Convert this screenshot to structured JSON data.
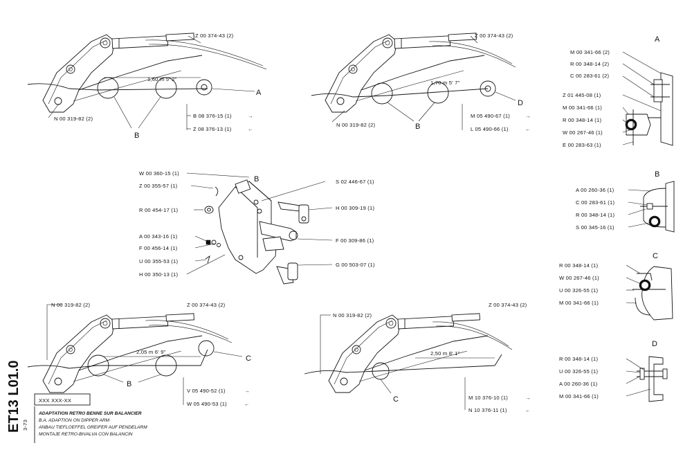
{
  "sheet": {
    "code_vertical": "ET13 L01.0",
    "part_number": "XXX XXX-XX",
    "date_code": "3-73",
    "titles": [
      "ADAPTATION RETRO BENNE SUR BALANCIER",
      "B.A. ADAPTION ON DIPPER ARM",
      "ANBAU TIEFLOEFFEL GREIFER AUF PENDELARM",
      "MONTAJE RETRO-BIVALVA CON BALANCIN"
    ]
  },
  "diagram1": {
    "cable_top": "Z 00 374-43 (2)",
    "hose_left": "N 00 319-82 (2)",
    "dimension": "1,60 m   5' 2\"",
    "pulley_letter": "A",
    "bracket_letter": "B",
    "parts": [
      "B 08 376-15 (1)",
      "Z 08 376-13 (1)"
    ]
  },
  "diagram2": {
    "cable_top": "Z 00 374-43 (2)",
    "hose_left": "N 00 319-82 (2)",
    "dimension": "1,70 m   5' 7\"",
    "pulley_letter": "D",
    "bracket_letter": "B",
    "parts": [
      "M 05 490-67 (1)",
      "L 05 490-66 (1)"
    ]
  },
  "diagram3": {
    "cable_top": "Z 00 374-43 (2)",
    "hose_left": "N 00 319-82 (2)",
    "dimension": "2,05 m   6' 9\"",
    "pulley_letter": "C",
    "bracket_letter": "B",
    "parts": [
      "V 05 490-52 (1)",
      "W 05 490-53 (1)"
    ]
  },
  "diagram4": {
    "cable_top": "Z 00 374-43 (2)",
    "hose_left": "N 00 319-82 (2)",
    "dimension": "2,50 m   8' 1\"",
    "pulley_letter": "C",
    "parts": [
      "M 10 376-10 (1)",
      "N 10 376-11 (1)"
    ]
  },
  "center_assembly": {
    "letter": "B",
    "left_parts": [
      "W 00 360-15 (1)",
      "Z 00 355-57 (1)",
      "R 00 454-17 (1)",
      "A 00 343-16 (1)",
      "F 00 456-14 (1)",
      "U 00 355-53 (1)",
      "H 00 350-13 (1)"
    ],
    "right_parts": [
      "S 02 446-67 (1)",
      "H 00 309-19 (1)",
      "F 00 309-86 (1)",
      "G 00 503-07 (1)"
    ]
  },
  "details": {
    "A": {
      "letter": "A",
      "parts": [
        "M 00 341-66 (2)",
        "R 00 348-14 (2)",
        "C 00 283-61 (2)",
        "Z 01 445-08 (1)",
        "M 00 341-66 (1)",
        "R 00 348-14 (1)",
        "W 00 267-46 (1)",
        "E 00 283-63 (1)"
      ]
    },
    "B": {
      "letter": "B",
      "parts": [
        "A 00 260-36 (1)",
        "C 00 283-61 (1)",
        "R 00 348-14 (1)",
        "S 00 345-16 (1)"
      ]
    },
    "C": {
      "letter": "C",
      "parts": [
        "R 00 348-14 (1)",
        "W 00 267-46 (1)",
        "U 00 326-55 (1)",
        "M 00 341-66 (1)"
      ]
    },
    "D": {
      "letter": "D",
      "parts": [
        "R 00 348-14 (1)",
        "U 00 326-55 (1)",
        "A 00 260-36 (1)",
        "M 00 341-66 (1)"
      ]
    }
  }
}
